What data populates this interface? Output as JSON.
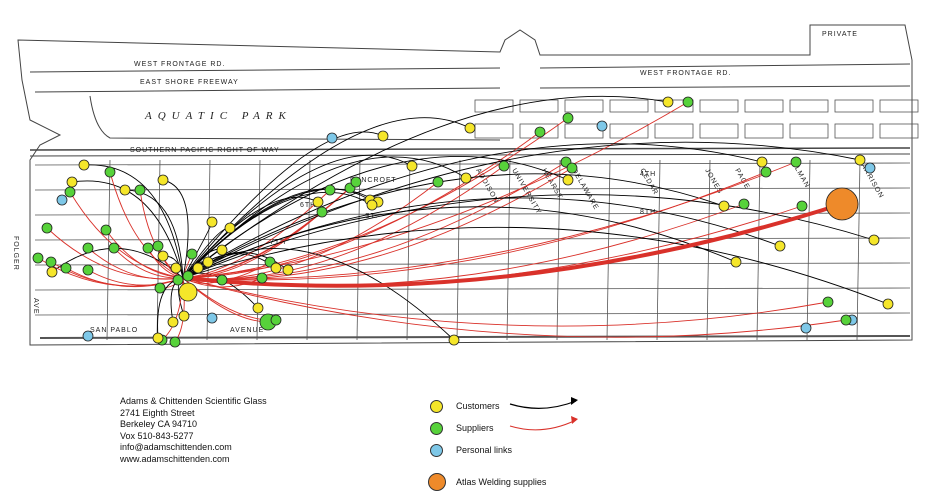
{
  "map": {
    "streets": {
      "west_frontage_left": "WEST FRONTAGE RD.",
      "west_frontage_right": "WEST FRONTAGE RD.",
      "east_shore_freeway": "EAST    SHORE    FREEWAY",
      "aquatic_park": "AQUATIC   PARK",
      "southern_pacific": "SOUTHERN PACIFIC RIGHT OF WAY",
      "private": "PRIVATE",
      "san_pablo": "SAN  PABLO",
      "avenue": "AVENUE",
      "folger": "FOLGER",
      "ave": "AVE",
      "bancroft": "BANCROFT",
      "addison": "ADDISON",
      "university": "UNIVERSITY",
      "hearst": "HEARST",
      "delaware": "DELAWARE",
      "cedar": "CEDAR",
      "gilman": "GILMAN",
      "harrison": "HARRISON",
      "page": "PAGE",
      "jones": "JONES",
      "st_6th": "6TH",
      "st_7th": "7TH",
      "st_8th": "8TH",
      "st_4th": "4TH",
      "st": "ST."
    },
    "colors": {
      "customer": "#f5e62a",
      "supplier": "#57d23a",
      "personal": "#7ec8e8",
      "atlas": "#ee8a2a",
      "customer_link": "#000000",
      "supplier_link": "#d9312a"
    }
  },
  "company": {
    "name": "Adams & Chittenden Scientific Glass",
    "address": "2741 Eighth Street",
    "city": "Berkeley  CA  94710",
    "phone": "Vox 510-843-5277",
    "email": "info@adamschittenden.com",
    "web": "www.adamschittenden.com"
  },
  "legend": {
    "customers": "Customers",
    "suppliers": "Suppliers",
    "personal": "Personal links",
    "atlas": "Atlas Welding supplies"
  }
}
